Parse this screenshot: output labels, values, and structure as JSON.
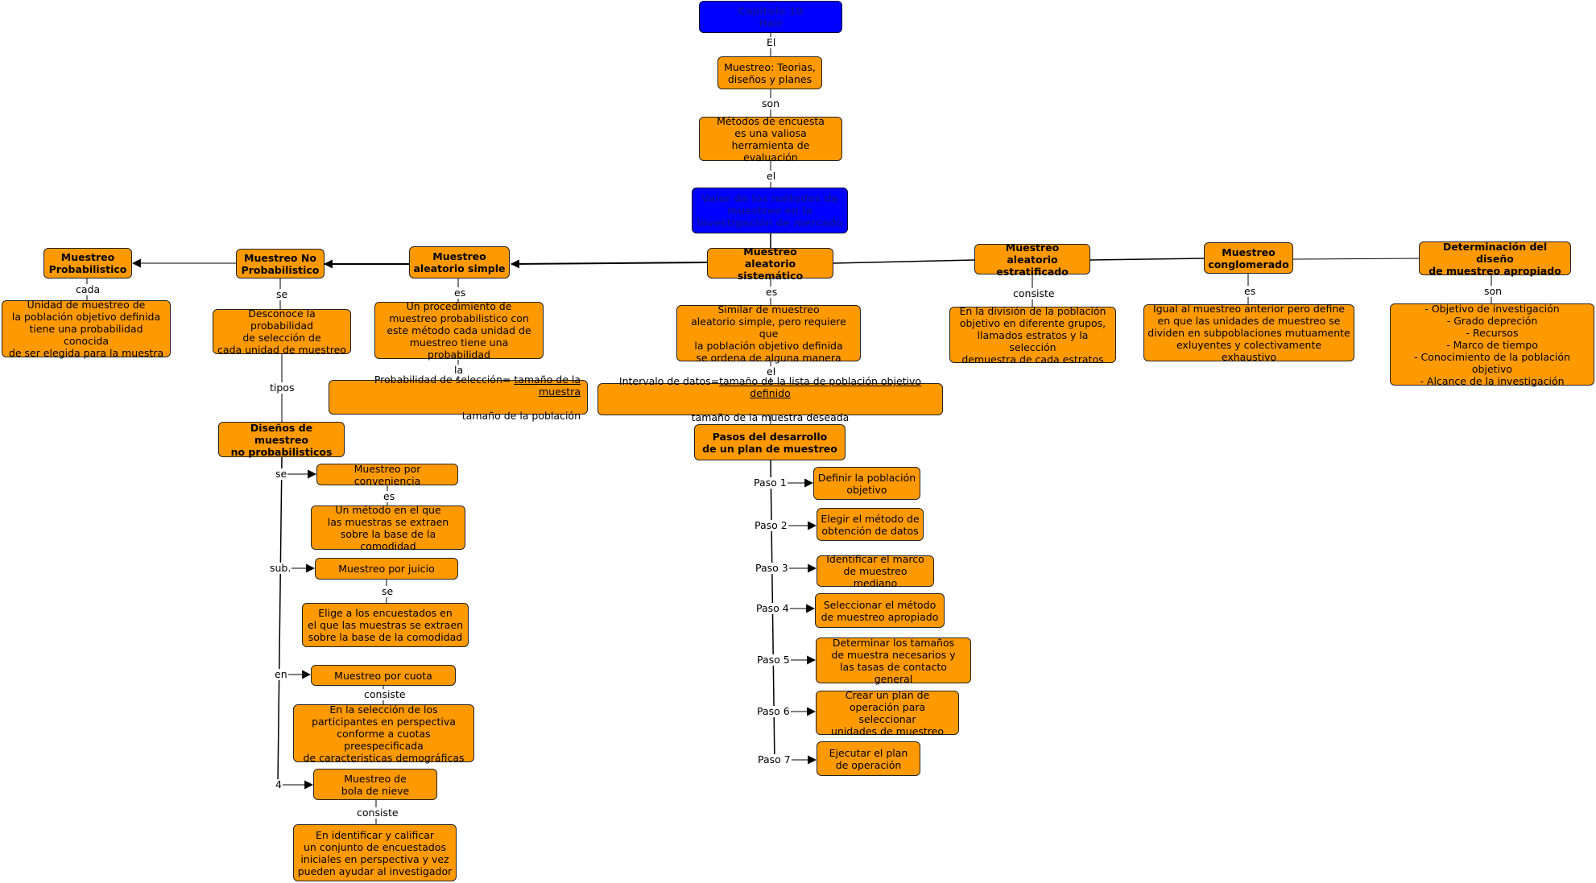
{
  "nodes": {
    "root": "Capitulo 10\nHair",
    "muestreo_teorias": "Muestreo: Teorias,\ndiseños y planes",
    "metodos_encuesta": "Métodos de encuesta\nes una valiosa\nherramienta de evaluación",
    "valor_metodos": "Valor de los métodos de\nmuestreo en la\ninvestigación de mercado",
    "muestreo_probabilistico": "Muestreo\nProbabilistico",
    "muestreo_no_probabilistico": "Muestreo No\nProbabilistico",
    "aleatorio_simple": "Muestreo\naleatorio simple",
    "aleatorio_sistematico": "Muestreo\naleatorio sistemático",
    "aleatorio_estratificado": "Muestreo aleatorio\nestratificado",
    "conglomerado": "Muestreo\nconglomerado",
    "determinacion_diseno": "Determinación del diseño\nde muestreo apropiado",
    "unidad_muestreo": "Unidad de muestreo de\nla población objetivo definida\ntiene una probabilidad conocida\nde ser elegida para la muestra",
    "desconoce_probabilidad": "Desconoce la probabilidad\nde selección de\ncada unidad de muestreo",
    "procedimiento_muestreo": "Un procedimiento de\nmuestreo probabilistico con\neste método cada unidad de\nmuestreo tiene una probabilidad",
    "similar_muestreo": "Similar de muestreo\naleatorio simple, pero requiere que\nla población objetivo definida\nse ordena de alguna manera",
    "division_poblacion": "En la división de la población\nobjetivo en diferente grupos,\nllamados estratos y la selección\ndemuestra de cada estratos",
    "igual_muestreo": "Igual al muestreo anterior pero define\nen que las unidades de muestreo se\ndividen en subpoblaciones mutuamente\nexluyentes y colectivamente exhaustivo",
    "criterios": "- Objetivo de investigación\n- Grado depreción\n- Recursos\n- Marco de tiempo\n- Conocimiento de la población objetivo\n- Alcance de la investigación",
    "prob_seleccion_prefix": "Probabilidad de selección= ",
    "prob_seleccion_num": "tamaño de la muestra",
    "prob_seleccion_den": "tamaño de la población",
    "intervalo_prefix": "Intervalo de datos=",
    "intervalo_num": "tamaño de la lista de población objetivo definido",
    "intervalo_den": "tamaño de la muestra deseada",
    "disenos_no_prob": "Diseños de muestreo\nno probabilisticos",
    "por_conveniencia": "Muestreo por conveniencia",
    "conveniencia_desc": "Un método en el que\nlas muestras se extraen\nsobre la base de la comodidad",
    "por_juicio": "Muestreo por juicio",
    "juicio_desc": "Elige a los encuestados en\nel que las muestras se extraen\nsobre la base de la comodidad",
    "por_cuota": "Muestreo por cuota",
    "cuota_desc": "En la selección de los\nparticipantes en perspectiva\nconforme a cuotas preespecificada\nde caracteristicas demográficas",
    "bola_nieve": "Muestreo de\nbola de nieve",
    "bola_nieve_desc": "En identificar y calificar\nun conjunto de encuestados\niniciales en perspectiva y vez\npueden ayudar al investigador",
    "pasos_plan": "Pasos del desarrollo\nde un plan de muestreo",
    "paso1_desc": "Definir la población\nobjetivo",
    "paso2_desc": "Elegir el método de\nobtención de datos",
    "paso3_desc": "Identificar el marco\nde muestreo mediano",
    "paso4_desc": "Seleccionar el método\nde muestreo apropiado",
    "paso5_desc": "Determinar los tamaños\nde muestra necesarios y\nlas tasas de contacto general",
    "paso6_desc": "Crear un plan de\noperación para seleccionar\nunidades de muestreo",
    "paso7_desc": "Ejecutar el plan\nde operación"
  },
  "labels": {
    "el_1": "El",
    "son_1": "son",
    "el_2": "el",
    "cada": "cada",
    "se_1": "se",
    "es_1": "es",
    "la": "la",
    "es_2": "es",
    "el_3": "el",
    "consiste_1": "consiste",
    "es_3": "es",
    "son_2": "son",
    "tipos": "tipos",
    "se_2": "se",
    "es_4": "es",
    "sub": "sub.",
    "se_3": "se",
    "en": "en",
    "consiste_2": "consiste",
    "cuatro": "4",
    "consiste_3": "consiste",
    "paso1": "Paso 1",
    "paso2": "Paso 2",
    "paso3": "Paso 3",
    "paso4": "Paso 4",
    "paso5": "Paso 5",
    "paso6": "Paso 6",
    "paso7": "Paso 7"
  },
  "colors": {
    "concept_fill": "#ff9900",
    "header_fill": "#0000ff",
    "border": "#222222"
  }
}
